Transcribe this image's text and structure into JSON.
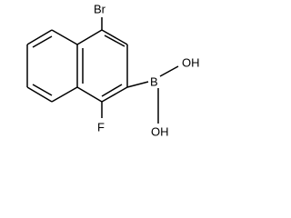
{
  "molecule": {
    "atoms": {
      "bromine": "Br",
      "fluorine": "F",
      "boron": "B",
      "hydroxyl_upper": "OH",
      "hydroxyl_lower": "OH"
    }
  }
}
